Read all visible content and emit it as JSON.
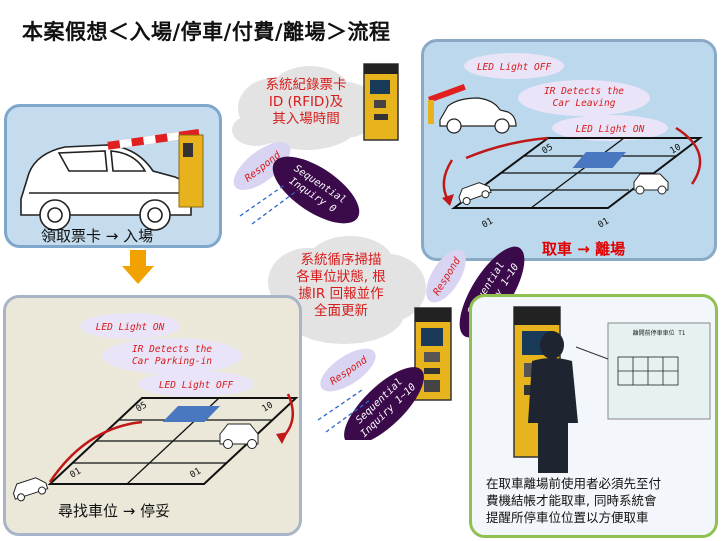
{
  "title": "本案假想＜入場/停車/付費/離場＞流程",
  "entry_panel": {
    "caption_left": "領取票卡",
    "arrow": "→",
    "caption_right": "入場"
  },
  "park_panel": {
    "caption_left": "尋找車位",
    "arrow": "→",
    "caption_right": "停妥",
    "led_on": "LED Light ON",
    "ir_line1": "IR Detects the",
    "ir_line2": "Car Parking-in",
    "led_off": "LED Light OFF",
    "slot_first": "01",
    "slot_mid": "05",
    "slot_last": "10"
  },
  "exit_panel": {
    "caption_left": "取車",
    "arrow": "→",
    "caption_right": "離場",
    "led_off": "LED Light OFF",
    "ir_line1": "IR Detects the",
    "ir_line2": "Car Leaving",
    "led_on": "LED Light ON",
    "slot_first": "01",
    "slot_mid": "05",
    "slot_last": "10"
  },
  "cloud_record": {
    "line1": "系統紀錄票卡",
    "line2": "ID (RFID)及",
    "line3": "其入場時間"
  },
  "cloud_scan": {
    "line1": "系統循序掃描",
    "line2": "各車位狀態, 根",
    "line3": "據IR 回報並作",
    "line4": "全面更新"
  },
  "bubbles": {
    "respond_1": "Respond",
    "seq_1_line1": "Sequential",
    "seq_1_line2": "Inquiry 0",
    "respond_2": "Respond",
    "seq_2_line1": "Sequential",
    "seq_2_line2": "Inquiry 1~10",
    "respond_3": "Respond",
    "seq_3_line1": "Sequential",
    "seq_3_line2": "Inquiry 1~10"
  },
  "pay_panel": {
    "line1": "在取車離場前使用者必須先至付",
    "line2": "費機結帳才能取車, 同時系統會",
    "line3": "提醒所停車位位置以方便取車",
    "screen_title": "離開前停車車位 T1"
  },
  "colors": {
    "red": "#d81b1b",
    "led_bubble": "#e8e2f8",
    "dark_bubble": "#3a0a4a",
    "arrow_orange": "#f2a200"
  }
}
